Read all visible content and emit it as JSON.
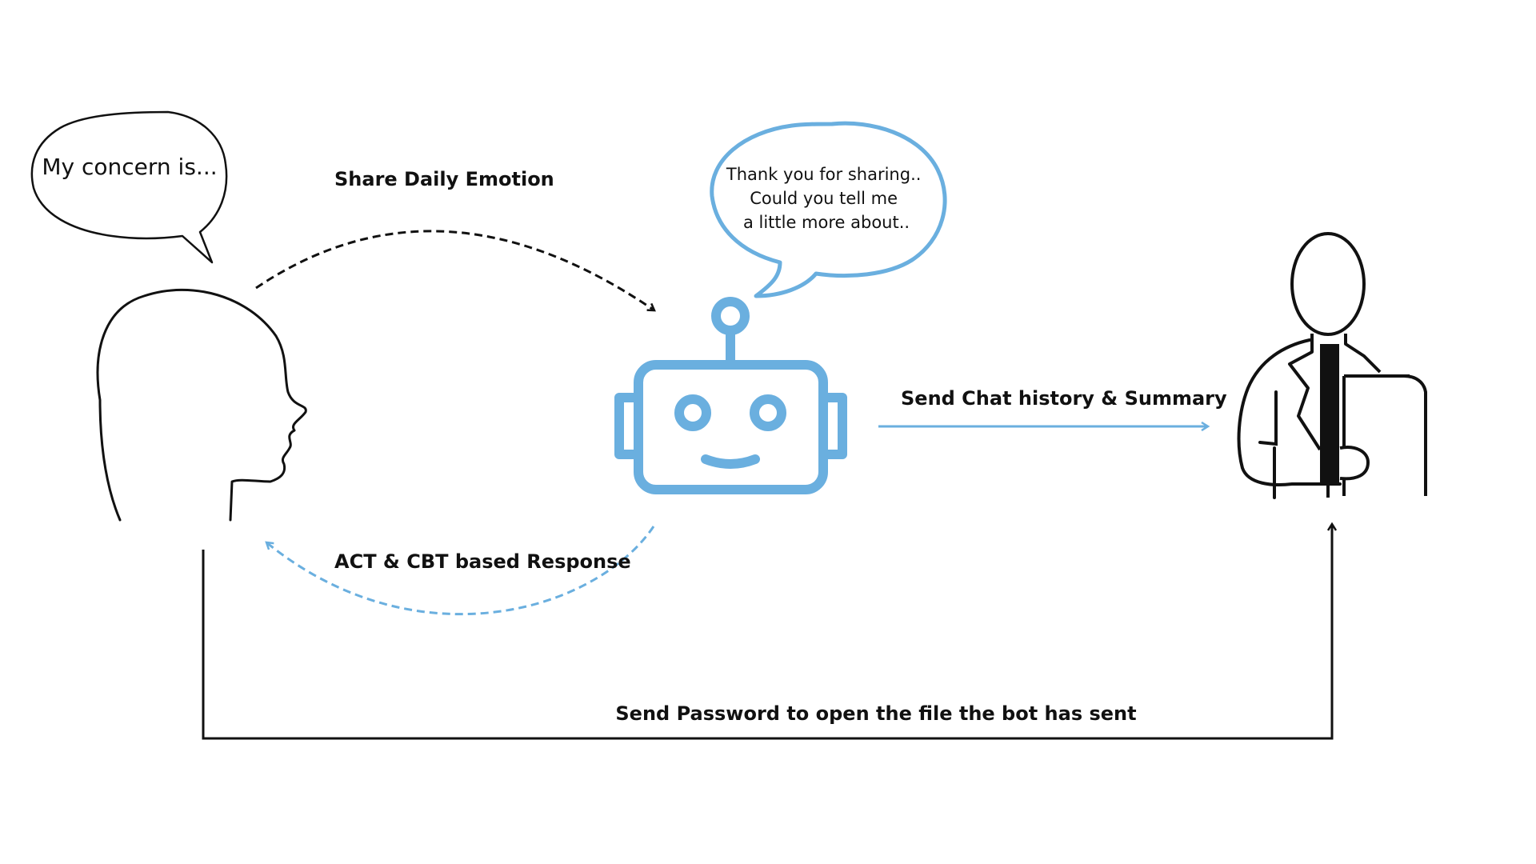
{
  "diagram": {
    "user_bubble_text": "My concern is...",
    "bot_bubble_lines": [
      "Thank you for sharing..",
      "Could you tell me",
      "a little more about.."
    ],
    "arrows": {
      "share_daily_emotion": "Share Daily Emotion",
      "act_cbt_response": "ACT & CBT based Response",
      "send_chat_history": "Send Chat history & Summary",
      "send_password": "Send Password to open the file the bot has sent"
    },
    "colors": {
      "accent_blue": "#6aafdf",
      "ink": "#111111"
    },
    "icons": {
      "user": "human-head-profile-icon",
      "bot": "robot-icon",
      "doctor": "doctor-icon"
    }
  }
}
